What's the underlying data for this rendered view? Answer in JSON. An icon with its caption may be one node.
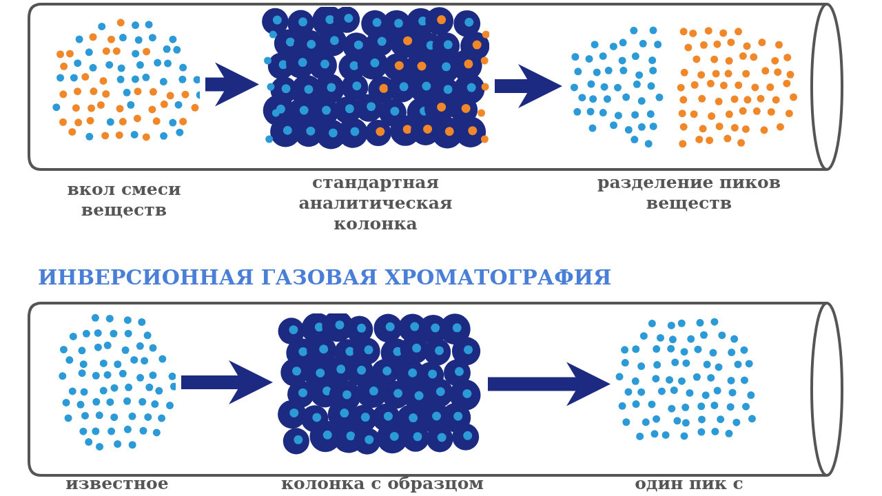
{
  "diagram": {
    "nodes": [
      {
        "text": [
          "вкол смеси веществ"
        ]
      },
      {
        "text": [
          "стандартная аналитическая колонка"
        ]
      },
      {
        "text": [
          "разделение пиков веществ"
        ]
      },
      {
        "text": [
          "известное"
        ]
      },
      {
        "text": [
          "колонка с образцом"
        ]
      },
      {
        "text": [
          "один пик с"
        ]
      }
    ],
    "edges": [
      {
        "from": 0,
        "to": 1,
        "arrow": "to"
      },
      {
        "from": 1,
        "to": 2,
        "arrow": "to"
      },
      {
        "from": 3,
        "to": 4,
        "arrow": "to"
      },
      {
        "from": 4,
        "to": 5,
        "arrow": "to"
      }
    ],
    "labels": [
      "ИНВЕРСИОННАЯ ГАЗОВАЯ ХРОМАТОГРАФИЯ"
    ]
  }
}
